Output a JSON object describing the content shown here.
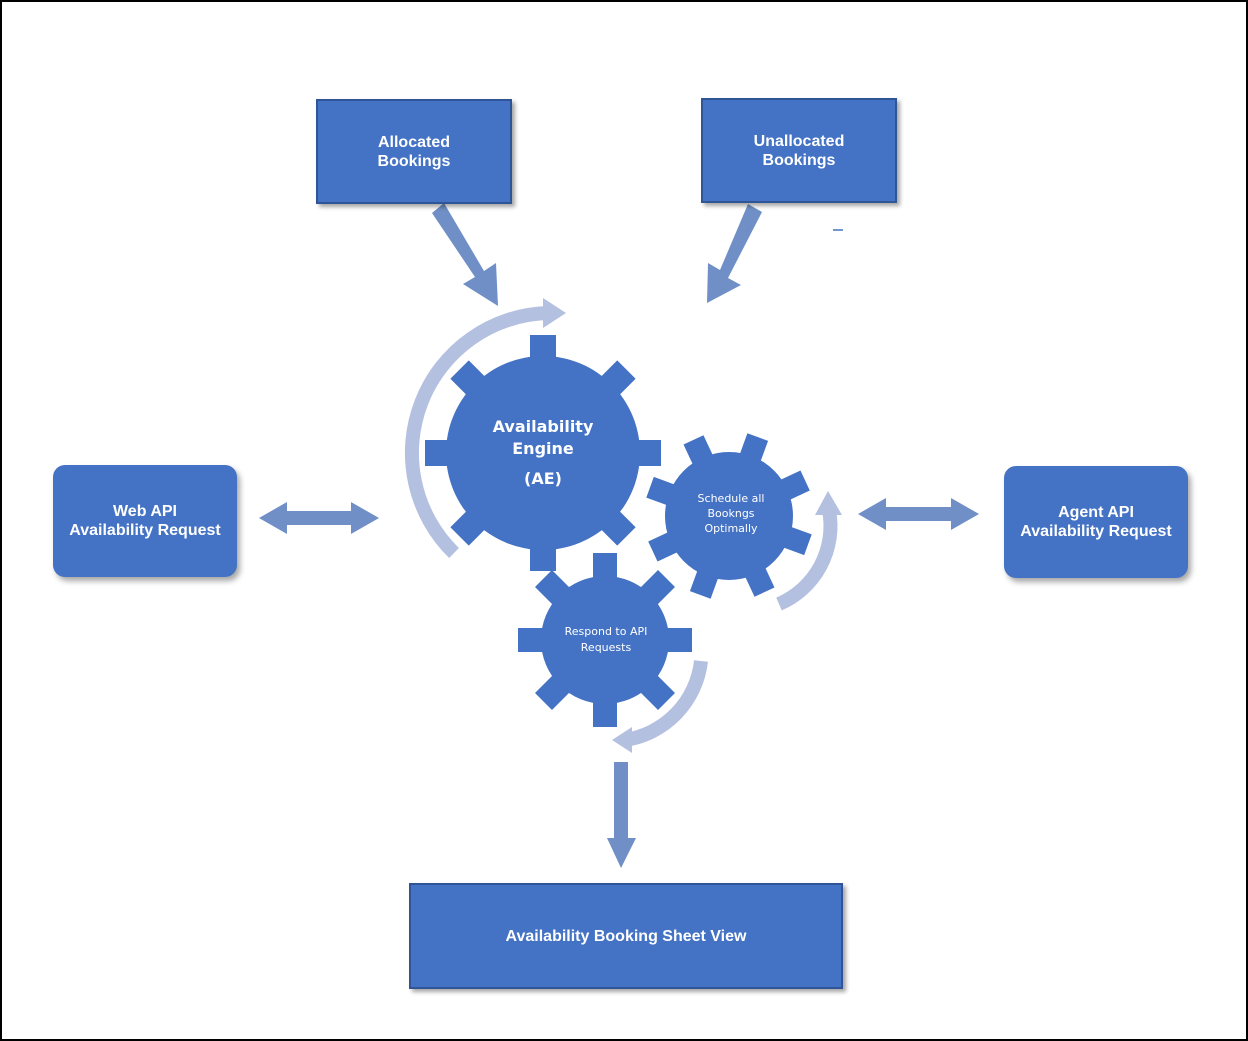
{
  "boxes": {
    "allocated": {
      "line1": "Allocated",
      "line2": "Bookings"
    },
    "unallocated": {
      "line1": "Unallocated",
      "line2": "Bookings"
    },
    "web_api": {
      "line1": "Web API",
      "line2": "Availability Request"
    },
    "agent_api": {
      "line1": "Agent API",
      "line2": "Availability Request"
    },
    "sheet_view": {
      "label": "Availability Booking Sheet View"
    }
  },
  "gears": {
    "engine": {
      "line1": "Availability",
      "line2": "Engine",
      "line3": "(AE)"
    },
    "schedule": {
      "line1": "Schedule all",
      "line2": "Bookngs",
      "line3": "Optimally"
    },
    "respond": {
      "line1": "Respond to API",
      "line2": "Requests"
    }
  },
  "colors": {
    "box_fill": "#4472c4",
    "arrow_fill": "#6f8fc6",
    "cycle_arrow": "#b4c0e0",
    "frame": "#000000"
  }
}
